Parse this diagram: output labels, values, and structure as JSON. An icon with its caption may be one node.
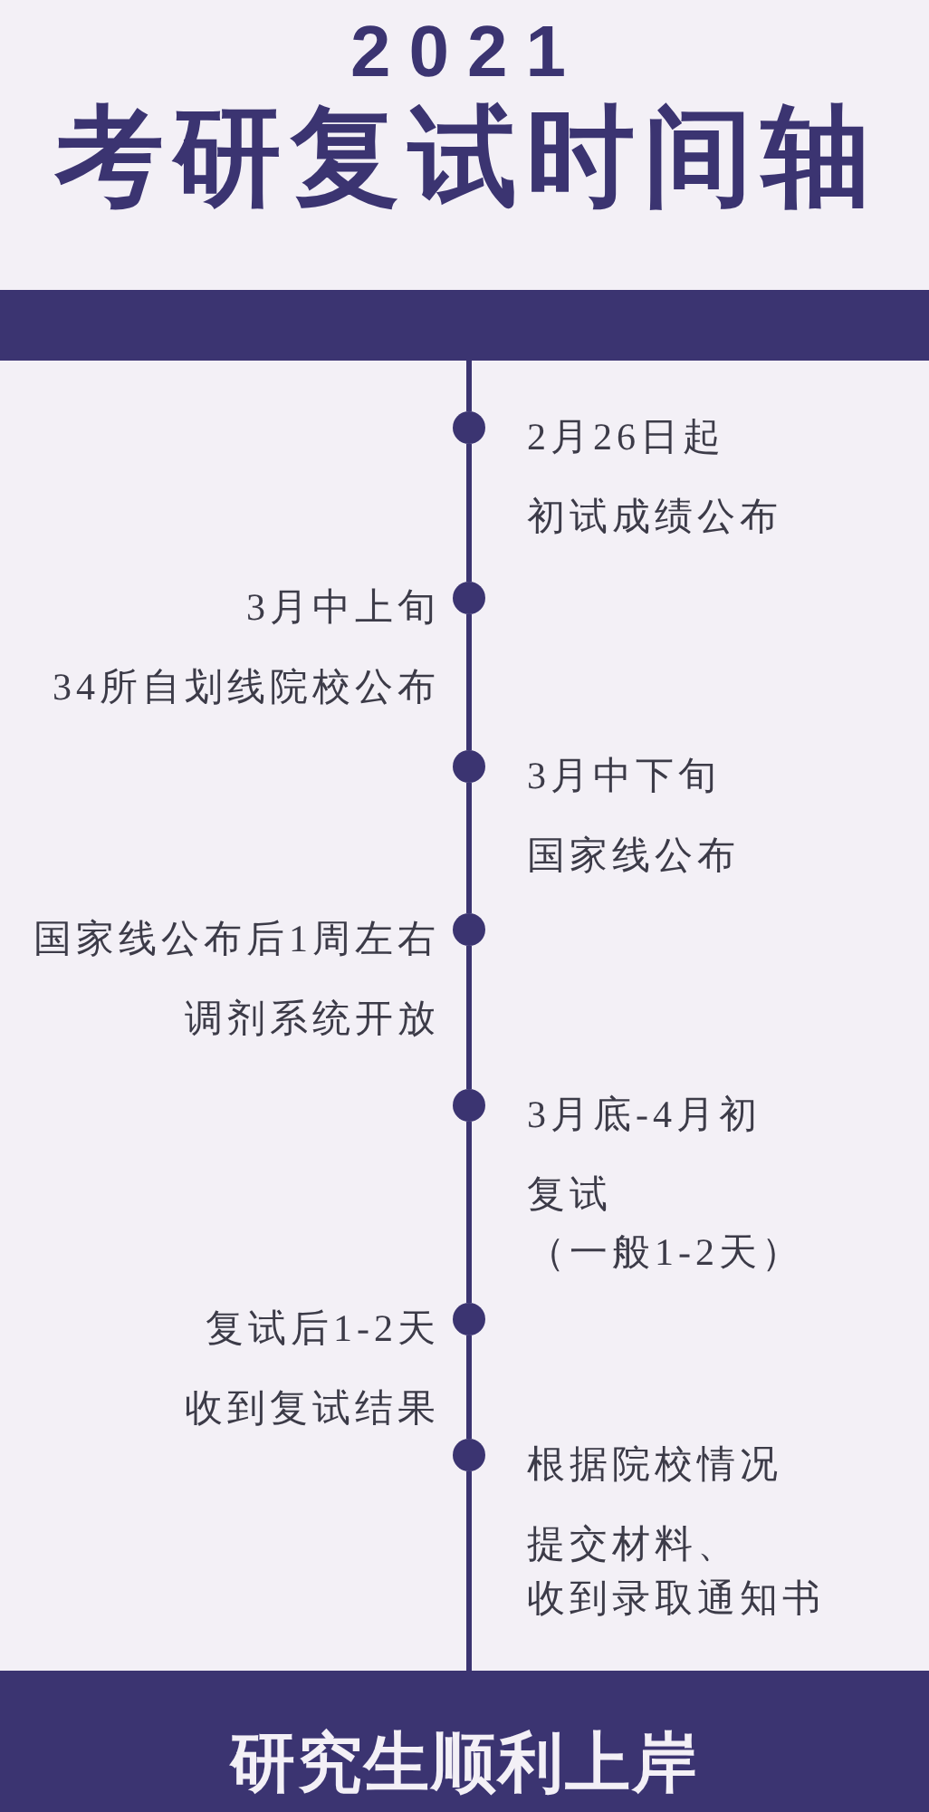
{
  "diagram": {
    "title": "2021 考研复试时间轴",
    "nodes": [
      {
        "text": [],
        "shape": "bar"
      },
      {
        "text": [],
        "shape": "circle",
        "beside": [
          "2月26日起",
          "初试成绩公布"
        ]
      },
      {
        "text": [],
        "shape": "circle",
        "beside": [
          "3月中上旬",
          "34所自划线院校公布"
        ]
      },
      {
        "text": [],
        "shape": "circle",
        "beside": [
          "3月中下旬",
          "国家线公布"
        ]
      },
      {
        "text": [],
        "shape": "circle",
        "beside": [
          "国家线公布后1周左右",
          "调剂系统开放"
        ]
      },
      {
        "text": [],
        "shape": "circle",
        "beside": [
          "3月底-4月初",
          "复试",
          "（一般1-2天）"
        ]
      },
      {
        "text": [],
        "shape": "circle",
        "beside": [
          "复试后1-2天",
          "收到复试结果"
        ]
      },
      {
        "text": [],
        "shape": "circle",
        "beside": [
          "根据院校情况",
          "提交材料、收到录取通知书"
        ]
      },
      {
        "text": [
          "研究生顺利上岸"
        ]
      }
    ],
    "edges": [
      {
        "from": 0,
        "to": 1,
        "arrow": "none"
      },
      {
        "from": 1,
        "to": 2,
        "arrow": "none"
      },
      {
        "from": 2,
        "to": 3,
        "arrow": "none"
      },
      {
        "from": 3,
        "to": 4,
        "arrow": "none"
      },
      {
        "from": 4,
        "to": 5,
        "arrow": "none"
      },
      {
        "from": 5,
        "to": 6,
        "arrow": "none"
      },
      {
        "from": 6,
        "to": 7,
        "arrow": "none"
      },
      {
        "from": 7,
        "to": 8,
        "arrow": "none"
      }
    ]
  }
}
